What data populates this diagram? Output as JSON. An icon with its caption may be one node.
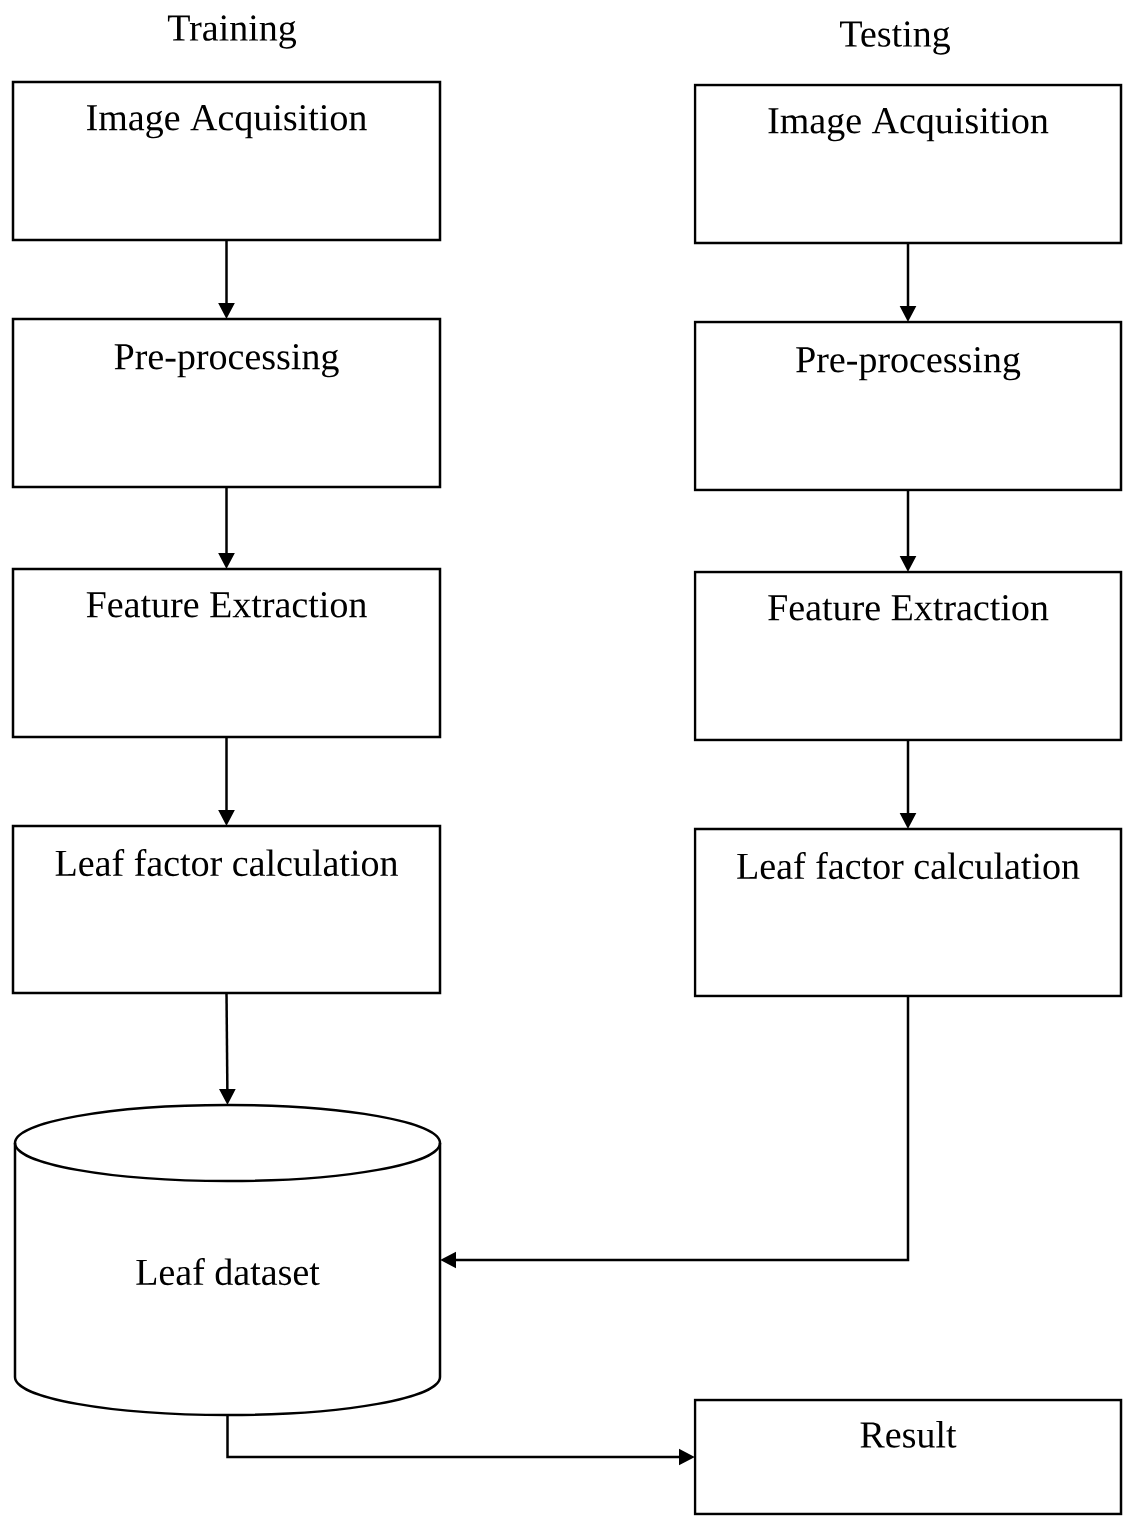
{
  "diagram": {
    "nodes": [
      {
        "text": [
          "Image Acquisition"
        ]
      },
      {
        "text": [
          "Pre-processing"
        ]
      },
      {
        "text": [
          "Feature Extraction"
        ]
      },
      {
        "text": [
          "Leaf factor calculation"
        ]
      },
      {
        "text": [
          "Leaf  dataset"
        ]
      },
      {
        "text": [
          "Image Acquisition"
        ]
      },
      {
        "text": [
          "Pre-processing"
        ]
      },
      {
        "text": [
          "Feature Extraction"
        ]
      },
      {
        "text": [
          "Leaf factor calculation"
        ]
      },
      {
        "text": [
          "Result"
        ]
      }
    ],
    "edges": [
      {
        "from": 0,
        "to": 1,
        "arrow": "to"
      },
      {
        "from": 1,
        "to": 2,
        "arrow": "to"
      },
      {
        "from": 2,
        "to": 3,
        "arrow": "to"
      },
      {
        "from": 3,
        "to": 4,
        "arrow": "to"
      },
      {
        "from": 5,
        "to": 6,
        "arrow": "to"
      },
      {
        "from": 6,
        "to": 7,
        "arrow": "to"
      },
      {
        "from": 7,
        "to": 8,
        "arrow": "to"
      },
      {
        "from": 8,
        "to": 4,
        "arrow": "to"
      },
      {
        "from": 4,
        "to": 9,
        "arrow": "to"
      }
    ],
    "labels": [
      "Training",
      "Testing"
    ]
  }
}
